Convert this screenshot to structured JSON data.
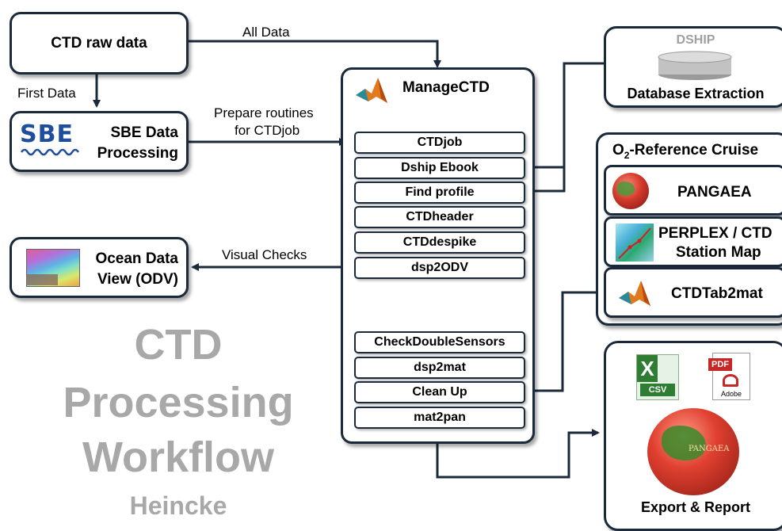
{
  "nodes": {
    "raw": "CTD raw data",
    "sbe_logo": "SBE",
    "sbe_line1": "SBE Data",
    "sbe_line2": "Processing",
    "odv_line1": "Ocean Data",
    "odv_line2": "View (ODV)",
    "manage_title": "ManageCTD",
    "dship_logo": "DSHIP",
    "dship_label": "Database Extraction",
    "o2_prefix": "O",
    "o2_sub": "2",
    "o2_suffix": "-Reference Cruise",
    "pangaea": "PANGAEA",
    "perplex_line1": "PERPLEX / CTD",
    "perplex_line2": "Station Map",
    "ctdtab2mat": "CTDTab2mat",
    "export": "Export & Report",
    "csv_badge": "CSV",
    "pdf_badge": "PDF",
    "adobe_text": "Adobe",
    "pangaea_globe_text": "PANGAEA"
  },
  "modules_top": [
    "CTDjob",
    "Dship Ebook",
    "Find profile",
    "CTDheader",
    "CTDdespike",
    "dsp2ODV"
  ],
  "modules_bottom": [
    "CheckDoubleSensors",
    "dsp2mat",
    "Clean Up",
    "mat2pan"
  ],
  "edges": {
    "all_data": "All Data",
    "first_data": "First Data",
    "prepare_line1": "Prepare routines",
    "prepare_line2": "for CTDjob",
    "visual_checks": "Visual Checks"
  },
  "title": {
    "line1": "CTD",
    "line2": "Processing",
    "line3": "Workflow",
    "author": "Heincke"
  },
  "colors": {
    "border": "#1b2a3a",
    "watermark": "#a8a8a8",
    "sbe_blue": "#1f4f9c",
    "excel_green": "#2e7d32",
    "pdf_red": "#c62828"
  }
}
